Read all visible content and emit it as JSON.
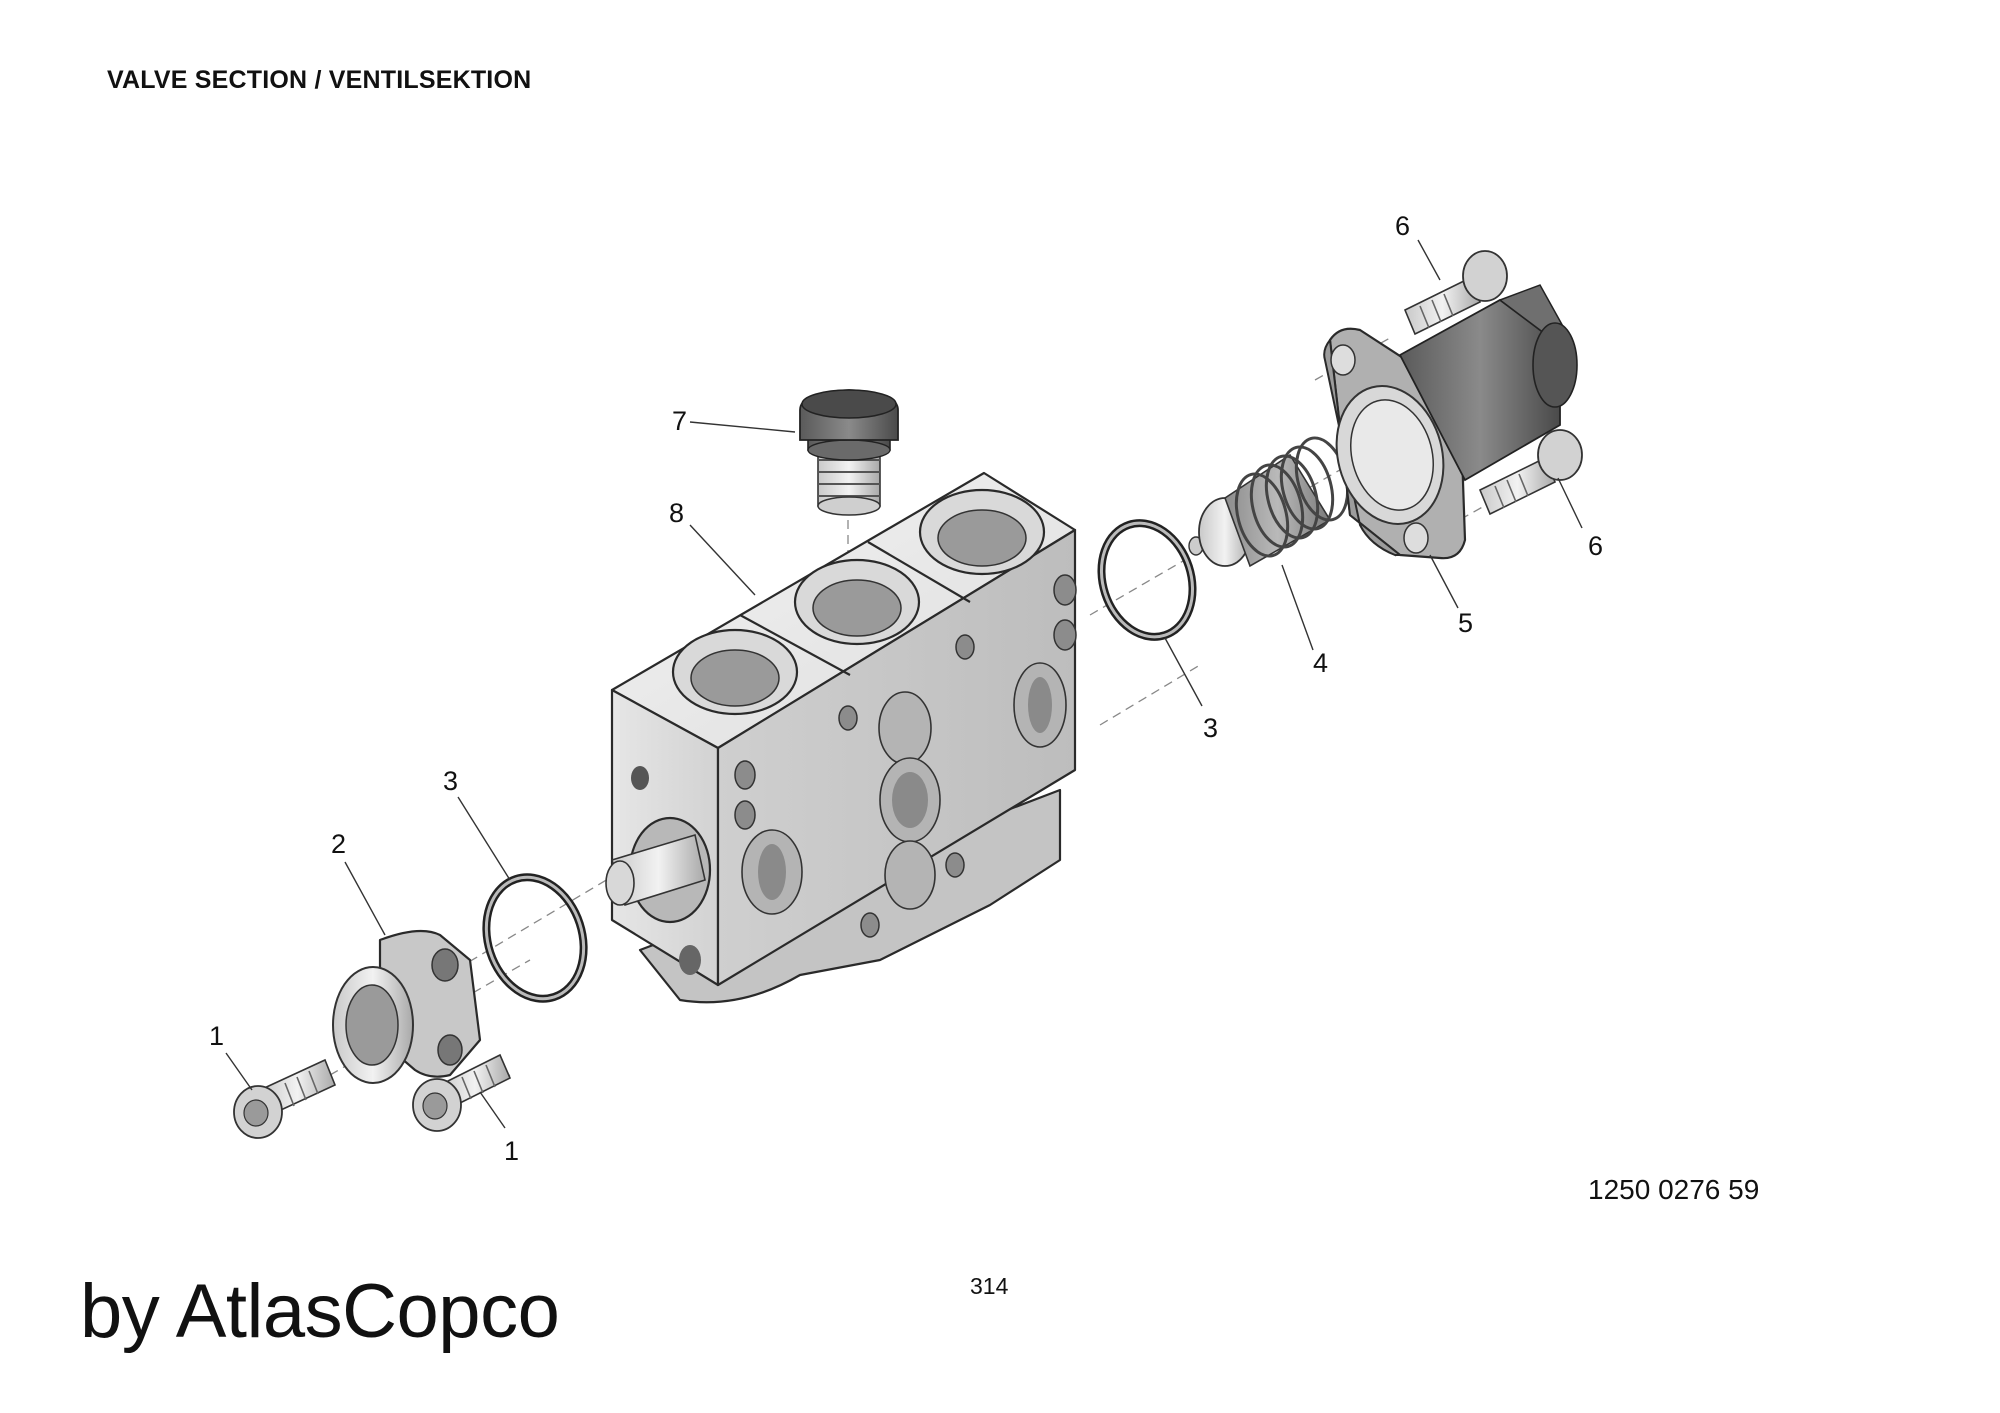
{
  "header": {
    "title": "VALVE SECTION / VENTILSEKTION"
  },
  "diagram": {
    "callouts": [
      {
        "id": "c1a",
        "label": "1"
      },
      {
        "id": "c1b",
        "label": "1"
      },
      {
        "id": "c2",
        "label": "2"
      },
      {
        "id": "c3a",
        "label": "3"
      },
      {
        "id": "c3b",
        "label": "3"
      },
      {
        "id": "c4",
        "label": "4"
      },
      {
        "id": "c5",
        "label": "5"
      },
      {
        "id": "c6a",
        "label": "6"
      },
      {
        "id": "c6b",
        "label": "6"
      },
      {
        "id": "c7",
        "label": "7"
      },
      {
        "id": "c8",
        "label": "8"
      }
    ]
  },
  "footer": {
    "drawing_number": "1250 0276 59",
    "page_number": "314",
    "brand": "by AtlasCopco"
  }
}
